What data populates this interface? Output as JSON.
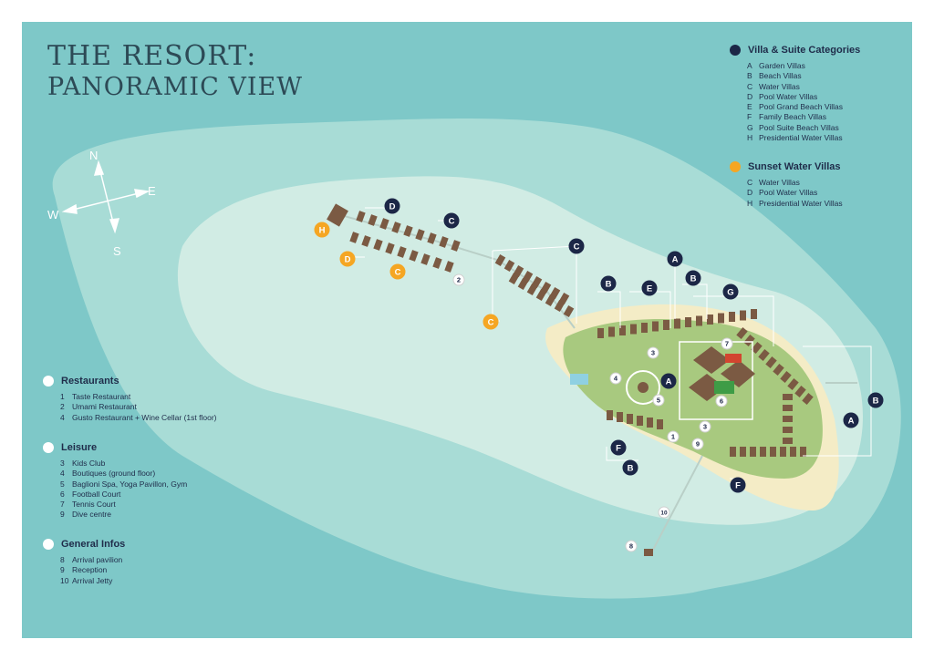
{
  "title": {
    "line1": "THE RESORT:",
    "line2": "PANORAMIC VIEW"
  },
  "compass": {
    "n": "N",
    "e": "E",
    "s": "S",
    "w": "W"
  },
  "colors": {
    "frame": "#7ec8c8",
    "lagoon": "#a8dcd6",
    "reef": "#d1ece4",
    "island": "#a8c97f",
    "beach": "#f4ecc6",
    "navy": "#1c2747",
    "gold": "#f5a623",
    "villa": "#7b5a43"
  },
  "villa_categories": {
    "heading": "Villa & Suite Categories",
    "items": [
      {
        "key": "A",
        "label": "Garden Villas"
      },
      {
        "key": "B",
        "label": "Beach Villas"
      },
      {
        "key": "C",
        "label": "Water Villas"
      },
      {
        "key": "D",
        "label": "Pool Water Villas"
      },
      {
        "key": "E",
        "label": "Pool Grand Beach Villas"
      },
      {
        "key": "F",
        "label": "Family Beach Villas"
      },
      {
        "key": "G",
        "label": "Pool Suite Beach Villas"
      },
      {
        "key": "H",
        "label": "Presidential Water Villas"
      }
    ]
  },
  "sunset_villas": {
    "heading": "Sunset Water Villas",
    "items": [
      {
        "key": "C",
        "label": "Water Villas"
      },
      {
        "key": "D",
        "label": "Pool Water Villas"
      },
      {
        "key": "H",
        "label": "Presidential Water Villas"
      }
    ]
  },
  "restaurants": {
    "heading": "Restaurants",
    "items": [
      {
        "key": "1",
        "label": "Taste Restaurant"
      },
      {
        "key": "2",
        "label": "Umami Restaurant"
      },
      {
        "key": "4",
        "label": "Gusto Restaurant + Wine Cellar (1st floor)"
      }
    ]
  },
  "leisure": {
    "heading": "Leisure",
    "items": [
      {
        "key": "3",
        "label": "Kids Club"
      },
      {
        "key": "4",
        "label": "Boutiques (ground floor)"
      },
      {
        "key": "5",
        "label": "Baglioni Spa, Yoga Pavillon, Gym"
      },
      {
        "key": "6",
        "label": "Football Court"
      },
      {
        "key": "7",
        "label": "Tennis Court"
      },
      {
        "key": "9",
        "label": "Dive centre"
      }
    ]
  },
  "general_infos": {
    "heading": "General Infos",
    "items": [
      {
        "key": "8",
        "label": "Arrival pavilion"
      },
      {
        "key": "9",
        "label": "Reception"
      },
      {
        "key": "10",
        "label": "Arrival Jetty"
      }
    ]
  },
  "map_markers": {
    "navy": [
      "D",
      "C",
      "C",
      "A",
      "B",
      "B",
      "E",
      "G",
      "A",
      "B",
      "A",
      "F",
      "B",
      "F"
    ],
    "gold": [
      "H",
      "D",
      "C",
      "C"
    ],
    "numbers": [
      "2",
      "3",
      "4",
      "5",
      "7",
      "6",
      "1",
      "3",
      "9",
      "10",
      "8"
    ]
  }
}
